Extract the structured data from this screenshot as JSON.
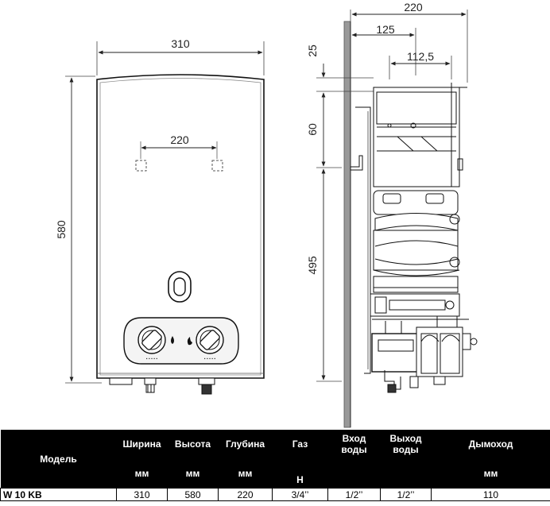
{
  "dimensions": {
    "front_width": "310",
    "front_height": "580",
    "mount_spacing": "220",
    "side_depth": "220",
    "side_depth_125": "125",
    "side_depth_112": "112,5",
    "side_top": "25",
    "side_mid": "60",
    "side_bottom": "495"
  },
  "table": {
    "headers": {
      "model": "Модель",
      "width": "Ширина",
      "width_unit": "мм",
      "height": "Высота",
      "height_unit": "мм",
      "depth": "Глубина",
      "depth_unit": "мм",
      "gas": "Газ",
      "gas_unit": "Н",
      "water_in_1": "Вход",
      "water_in_2": "воды",
      "water_out_1": "Выход",
      "water_out_2": "воды",
      "flue": "Дымоход",
      "flue_unit": "мм"
    },
    "row": {
      "model": "W 10 KB",
      "width": "310",
      "height": "580",
      "depth": "220",
      "gas": "3/4’’",
      "water_in": "1/2’’",
      "water_out": "1/2’’",
      "flue": "110"
    }
  }
}
